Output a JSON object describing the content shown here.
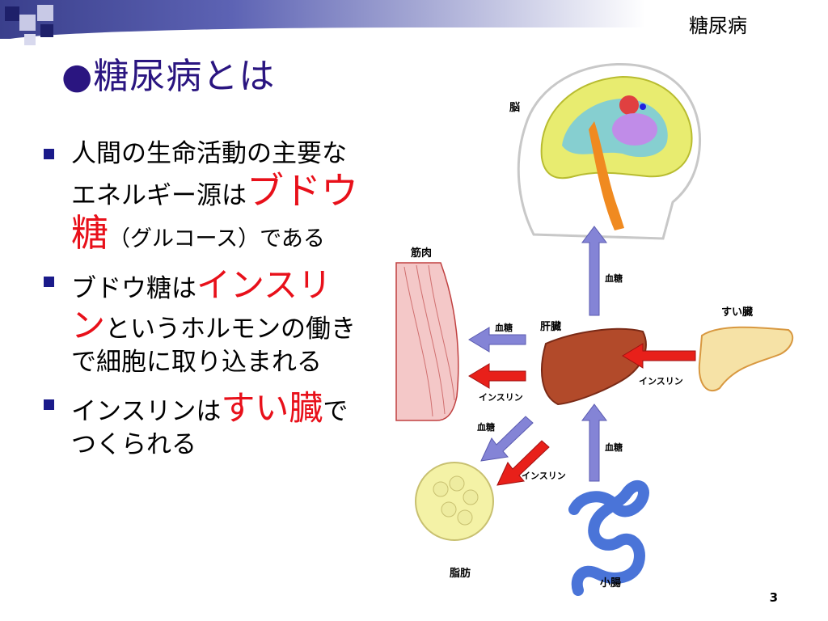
{
  "header": {
    "title": "糖尿病"
  },
  "slide": {
    "title_dot": "●",
    "title": "糖尿病とは",
    "page_number": "3"
  },
  "bullets": {
    "b1": {
      "text1": "人間の生命活動の主要なエネルギー源は",
      "highlight": "ブドウ糖",
      "text2": "（グルコース）である"
    },
    "b2": {
      "text1": "ブドウ糖は",
      "highlight": "インスリン",
      "text2": "というホルモンの働きで細胞に取り込まれる"
    },
    "b3": {
      "text1": "インスリンは",
      "highlight": "すい臓",
      "text2": "でつくられる"
    }
  },
  "diagram": {
    "brain": "脳",
    "muscle": "筋肉",
    "liver": "肝臓",
    "pancreas": "すい臓",
    "fat": "脂肪",
    "intestine": "小腸",
    "blood_sugar": "血糖",
    "insulin": "インスリン"
  },
  "colors": {
    "title": "#2a1580",
    "highlight": "#e8101a",
    "bullet": "#1a1a8a",
    "blood_arrow": "#8484d6",
    "insulin_arrow": "#e8201a"
  }
}
